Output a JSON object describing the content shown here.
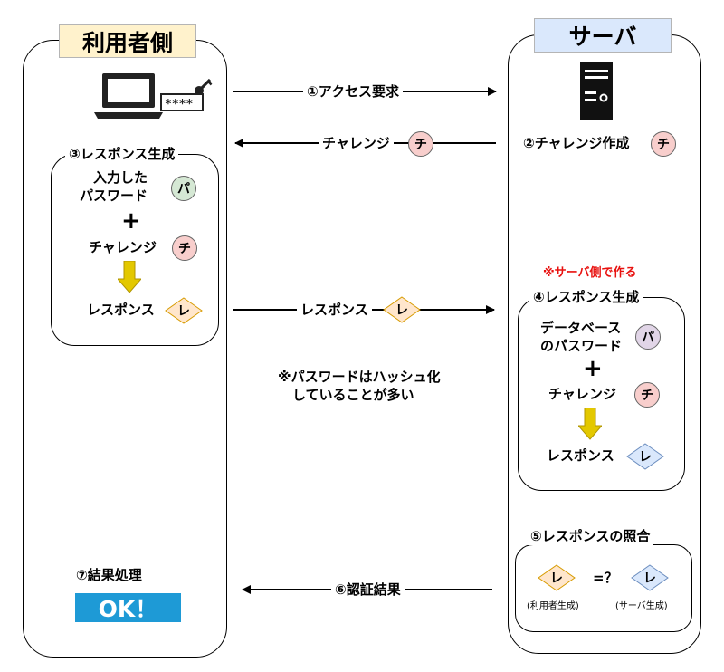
{
  "user_side": {
    "title": "利用者側"
  },
  "server_side": {
    "title": "サーバ"
  },
  "steps": {
    "access_request": "①アクセス要求",
    "challenge_send": "チャレンジ",
    "challenge_create": "②チャレンジ作成",
    "response_gen_user": "③レスポンス生成",
    "response_send": "レスポンス",
    "response_gen_server": "④レスポンス生成",
    "response_compare": "⑤レスポンスの照合",
    "auth_result": "⑥認証結果",
    "result_process": "⑦結果処理"
  },
  "user_response": {
    "input_password_line1": "入力した",
    "input_password_line2": "パスワード",
    "plus": "+",
    "challenge": "チャレンジ",
    "response": "レスポンス"
  },
  "server_response": {
    "db_password_line1": "データベース",
    "db_password_line2": "のパスワード",
    "plus": "+",
    "challenge": "チャレンジ",
    "response": "レスポンス"
  },
  "server_note": "※サーバ側で作る",
  "hash_note_line1": "※パスワードはハッシュ化",
  "hash_note_line2": "していることが多い",
  "compare": {
    "equals": "=？",
    "user_generated": "(利用者生成)",
    "server_generated": "(サーバ生成)"
  },
  "badges": {
    "pa": "パ",
    "chi": "チ",
    "re": "レ"
  },
  "password_mask": "****",
  "ok_label": "OK！",
  "colors": {
    "user_title_bg": "#fff2cc",
    "server_title_bg": "#dae8fc",
    "green_circle": "#d5e8d4",
    "red_circle": "#f8cecc",
    "purple_circle": "#e1d5e7",
    "orange_diamond": "#ffe6cc",
    "blue_diamond": "#dae8fc",
    "down_arrow": "#e3c800",
    "ok_bg": "#1e9ad6",
    "note_red": "#e8110f"
  }
}
